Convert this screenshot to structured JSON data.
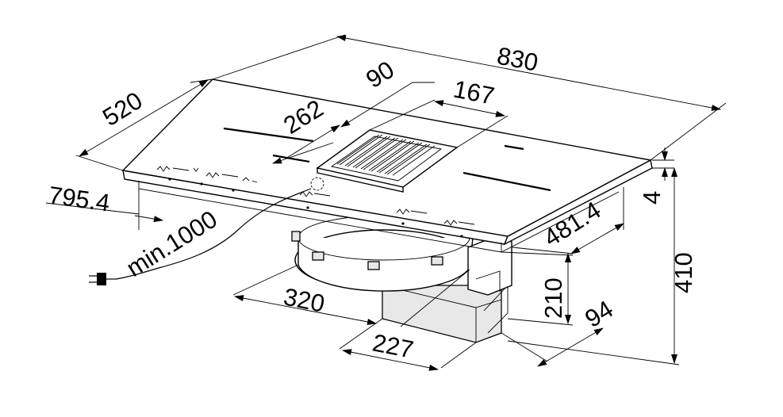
{
  "dimensions": {
    "width_total": "830",
    "depth_total": "520",
    "vent_width": "167",
    "vent_offset": "90",
    "cutout_side": "262",
    "cutout_length": "795.4",
    "cable": "min.1000",
    "cutout_depth": "481.4",
    "glass_thickness": "4",
    "total_height": "410",
    "motor_height": "210",
    "duct_depth": "94",
    "fan_diameter": "320",
    "duct_width": "227"
  }
}
